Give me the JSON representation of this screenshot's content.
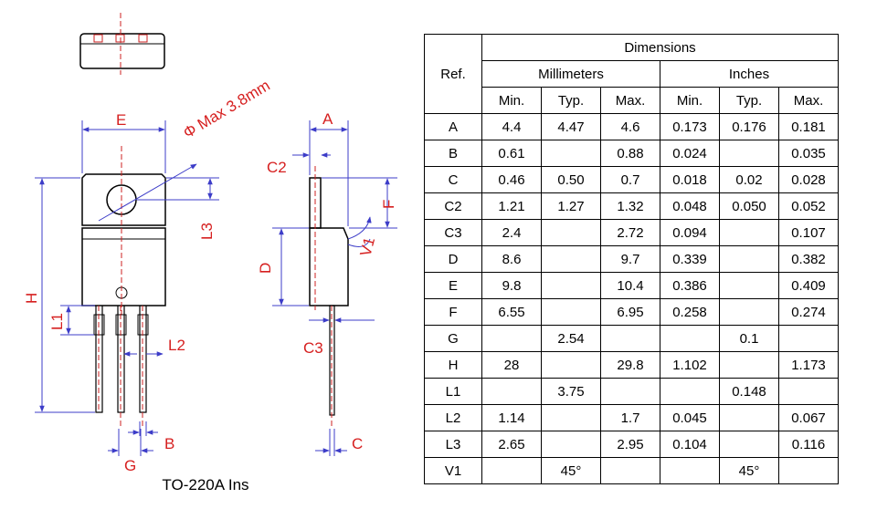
{
  "drawing": {
    "caption": "TO-220A Ins",
    "labels": {
      "e": "E",
      "hole": "Φ Max 3.8mm",
      "a": "A",
      "c2": "C2",
      "f": "F",
      "l3": "L3",
      "h": "H",
      "d": "D",
      "v1": "V1",
      "l1": "L1",
      "l2": "L2",
      "c3": "C3",
      "g": "G",
      "b": "B",
      "c": "C"
    }
  },
  "table": {
    "ref_header": "Ref.",
    "group_header": "Dimensions",
    "unit_headers": [
      "Millimeters",
      "Inches"
    ],
    "sub_headers": [
      "Min.",
      "Typ.",
      "Max.",
      "Min.",
      "Typ.",
      "Max."
    ],
    "rows": [
      {
        "ref": "A",
        "values": [
          "4.4",
          "4.47",
          "4.6",
          "0.173",
          "0.176",
          "0.181"
        ]
      },
      {
        "ref": "B",
        "values": [
          "0.61",
          "",
          "0.88",
          "0.024",
          "",
          "0.035"
        ]
      },
      {
        "ref": "C",
        "values": [
          "0.46",
          "0.50",
          "0.7",
          "0.018",
          "0.02",
          "0.028"
        ]
      },
      {
        "ref": "C2",
        "values": [
          "1.21",
          "1.27",
          "1.32",
          "0.048",
          "0.050",
          "0.052"
        ]
      },
      {
        "ref": "C3",
        "values": [
          "2.4",
          "",
          "2.72",
          "0.094",
          "",
          "0.107"
        ]
      },
      {
        "ref": "D",
        "values": [
          "8.6",
          "",
          "9.7",
          "0.339",
          "",
          "0.382"
        ]
      },
      {
        "ref": "E",
        "values": [
          "9.8",
          "",
          "10.4",
          "0.386",
          "",
          "0.409"
        ]
      },
      {
        "ref": "F",
        "values": [
          "6.55",
          "",
          "6.95",
          "0.258",
          "",
          "0.274"
        ]
      },
      {
        "ref": "G",
        "values": [
          "",
          "2.54",
          "",
          "",
          "0.1",
          ""
        ]
      },
      {
        "ref": "H",
        "values": [
          "28",
          "",
          "29.8",
          "1.102",
          "",
          "1.173"
        ]
      },
      {
        "ref": "L1",
        "values": [
          "",
          "3.75",
          "",
          "",
          "0.148",
          ""
        ]
      },
      {
        "ref": "L2",
        "values": [
          "1.14",
          "",
          "1.7",
          "0.045",
          "",
          "0.067"
        ]
      },
      {
        "ref": "L3",
        "values": [
          "2.65",
          "",
          "2.95",
          "0.104",
          "",
          "0.116"
        ]
      },
      {
        "ref": "V1",
        "values": [
          "",
          "45°",
          "",
          "",
          "45°",
          ""
        ]
      }
    ]
  }
}
